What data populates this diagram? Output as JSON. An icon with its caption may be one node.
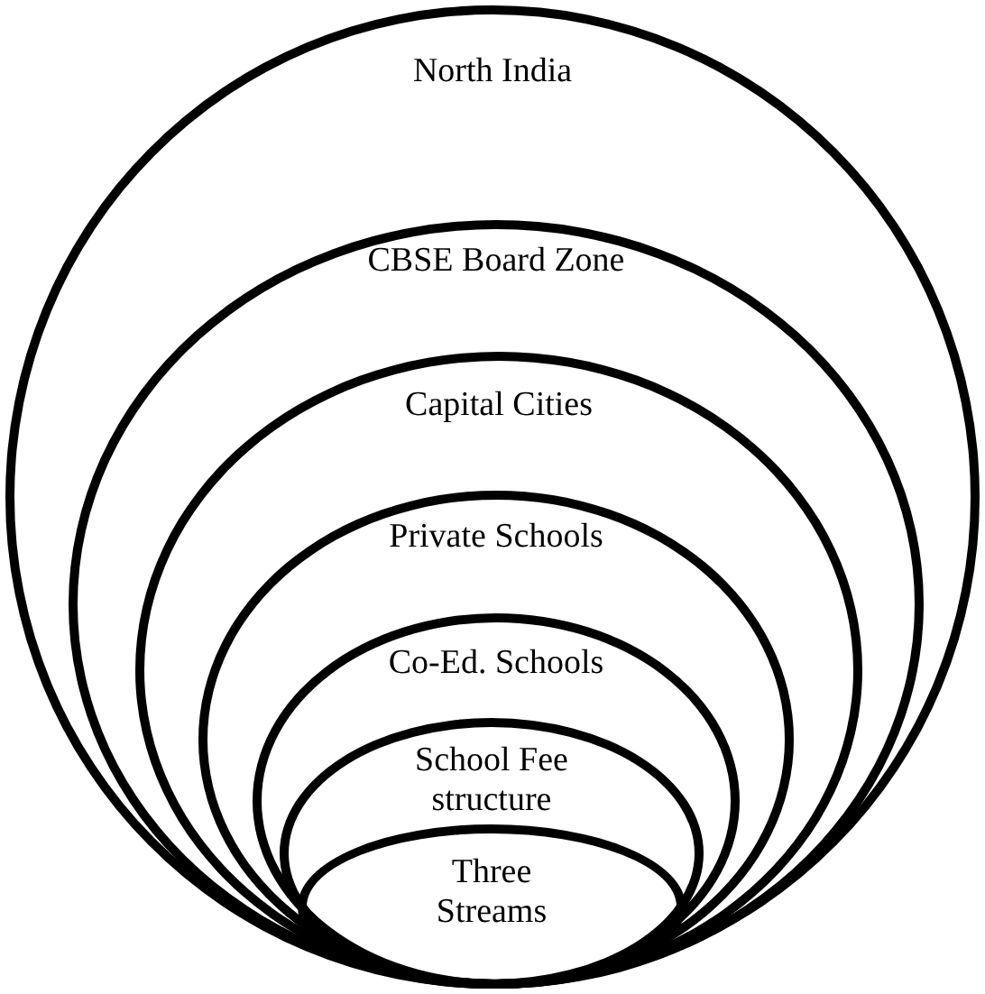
{
  "diagram": {
    "nodes": [
      {
        "text": [
          "North India"
        ]
      },
      {
        "text": [
          "CBSE Board Zone"
        ],
        "in": 0
      },
      {
        "text": [
          "Capital Cities"
        ],
        "in": 1
      },
      {
        "text": [
          "Private Schools"
        ],
        "in": 2
      },
      {
        "text": [
          "Co-Ed. Schools"
        ],
        "in": 3
      },
      {
        "text": [
          "School Fee structure"
        ],
        "in": 4
      },
      {
        "text": [
          "Three Streams"
        ],
        "in": 5
      }
    ]
  }
}
